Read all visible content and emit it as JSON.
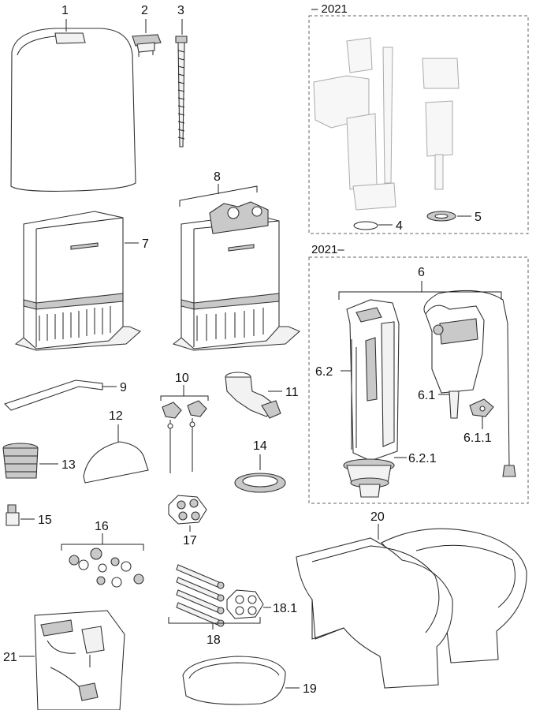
{
  "sections": {
    "legacy_box_label": "– 2021",
    "current_box_label": "2021–"
  },
  "callouts": {
    "c1": "1",
    "c2": "2",
    "c3": "3",
    "c4": "4",
    "c5": "5",
    "c6": "6",
    "c6_1": "6.1",
    "c6_1_1": "6.1.1",
    "c6_2": "6.2",
    "c6_2_1": "6.2.1",
    "c7": "7",
    "c8": "8",
    "c9": "9",
    "c10": "10",
    "c11": "11",
    "c12": "12",
    "c13": "13",
    "c14": "14",
    "c15": "15",
    "c16": "16",
    "c17": "17",
    "c18": "18",
    "c18_1": "18.1",
    "c19": "19",
    "c20": "20",
    "c21": "21"
  },
  "colors": {
    "line": "#222222",
    "fill_light": "#f2f2f2",
    "fill_dark": "#c9c9c9",
    "dash": "#666666"
  }
}
